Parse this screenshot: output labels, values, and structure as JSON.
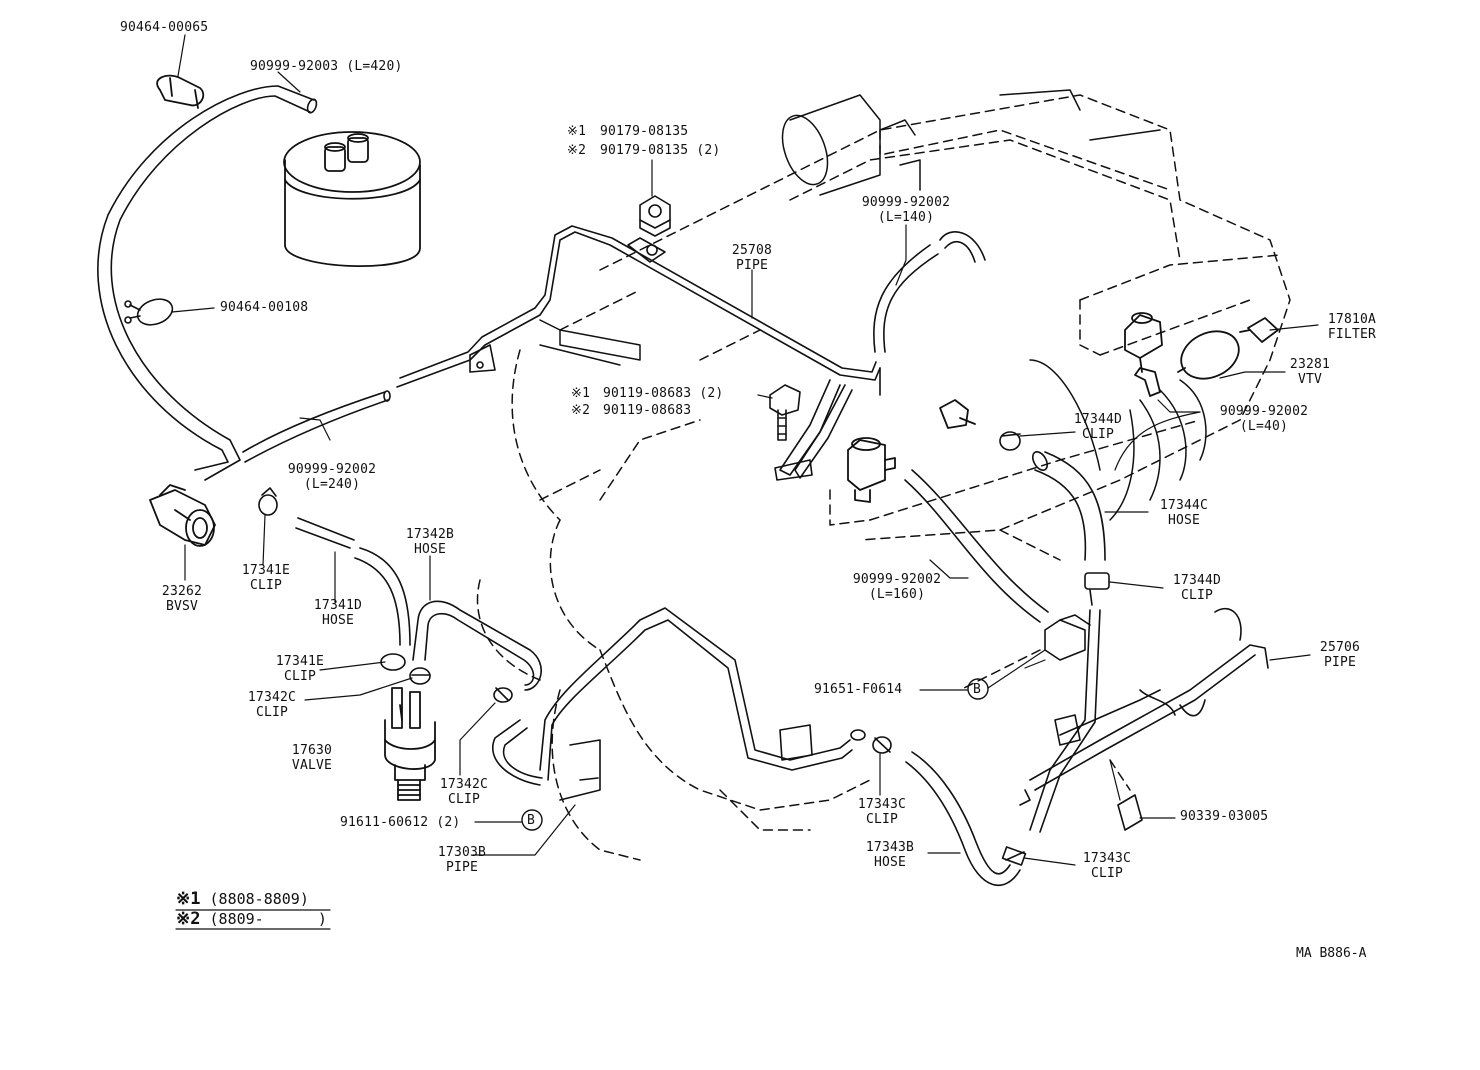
{
  "labels": {
    "p_90464_00065": "90464-00065",
    "p_90999_92003": "90999-92003 (L=420)",
    "p_90464_00108": "90464-00108",
    "p_90179_a": "90179-08135",
    "p_90179_b": "90179-08135 (2)",
    "p_25708_num": "25708",
    "p_25708_name": "PIPE",
    "p_90999_92002_140_num": "90999-92002",
    "p_90999_92002_140_len": "(L=140)",
    "p_17810A_num": "17810A",
    "p_17810A_name": "FILTER",
    "p_23281_num": "23281",
    "p_23281_name": "VTV",
    "p_90119_a": "90119-08683 (2)",
    "p_90119_b": "90119-08683",
    "p_90999_92002_40_num": "90999-92002",
    "p_90999_92002_40_len": "(L=40)",
    "p_17344D_top_num": "17344D",
    "p_17344D_top_name": "CLIP",
    "p_90999_92002_240_num": "90999-92002",
    "p_90999_92002_240_len": "(L=240)",
    "p_17344C_num": "17344C",
    "p_17344C_name": "HOSE",
    "p_23262_num": "23262",
    "p_23262_name": "BVSV",
    "p_17341E_top_num": "17341E",
    "p_17341E_top_name": "CLIP",
    "p_17342B_num": "17342B",
    "p_17342B_name": "HOSE",
    "p_17341D_num": "17341D",
    "p_17341D_name": "HOSE",
    "p_90999_92002_160_num": "90999-92002",
    "p_90999_92002_160_len": "(L=160)",
    "p_17344D_bot_num": "17344D",
    "p_17344D_bot_name": "CLIP",
    "p_25706_num": "25706",
    "p_25706_name": "PIPE",
    "p_17341E_bot_num": "17341E",
    "p_17341E_bot_name": "CLIP",
    "p_17342C_left_num": "17342C",
    "p_17342C_left_name": "CLIP",
    "p_91651": "91651-F0614",
    "p_17630_num": "17630",
    "p_17630_name": "VALVE",
    "p_17342C_mid_num": "17342C",
    "p_17342C_mid_name": "CLIP",
    "p_17343C_mid_num": "17343C",
    "p_17343C_mid_name": "CLIP",
    "p_90339": "90339-03005",
    "p_91611": "91611-60612 (2)",
    "p_17303B_num": "17303B",
    "p_17303B_name": "PIPE",
    "p_17343B_num": "17343B",
    "p_17343B_name": "HOSE",
    "p_17343C_bot_num": "17343C",
    "p_17343C_bot_name": "CLIP"
  },
  "marks": {
    "star1": "※1",
    "star2": "※2",
    "circle_b": "B"
  },
  "legend": {
    "item1_mark": "※1",
    "item1_text": "(8808-8809)",
    "item2_mark": "※2",
    "item2_text": "(8809-      )"
  },
  "footer": {
    "code": "MA B886-A"
  }
}
